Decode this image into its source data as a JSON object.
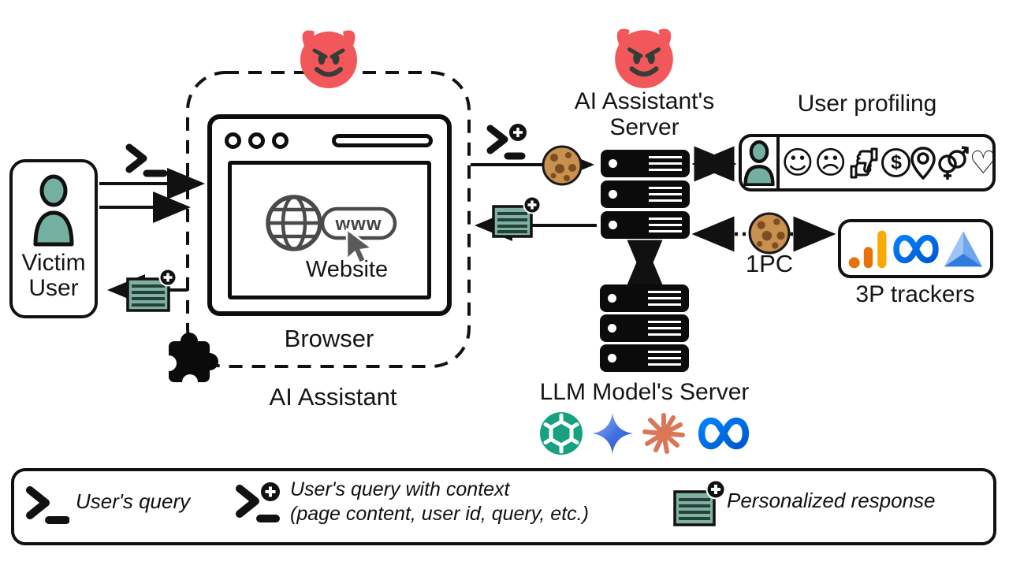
{
  "title": "Browser AI assistant tracking architecture diagram",
  "colors": {
    "accent_teal": "#74b0a0",
    "devil_red": "#f2575c",
    "cookie_brown": "#c9914f",
    "server_black": "#0b0b0b",
    "response_teal": "#7fb0a1",
    "ga_amber": "#f9ab00",
    "ga_orange": "#e8710a",
    "meta_blue": "#0b6ce5",
    "openai_green": "#17a181",
    "gemini_blue": "#3f6fe0",
    "claude_coral": "#d97757",
    "tracker_triangle_blue": "#2f7be0"
  },
  "nodes": {
    "victim_user": {
      "line1": "Victim",
      "line2": "User",
      "icon": "person-icon"
    },
    "browser": {
      "label": "Browser",
      "website_label": "Website",
      "url_text": "www",
      "icons": [
        "window-dots-icon",
        "address-pill",
        "globe-icon",
        "cursor-icon"
      ]
    },
    "ai_assistant": {
      "label": "AI Assistant",
      "icon": "puzzle-piece-icon"
    },
    "ai_server": {
      "line1": "AI Assistant's",
      "line2": "Server",
      "badge": "devil-emoji",
      "units": 3
    },
    "llm_server": {
      "title": "LLM Model's Server",
      "units": 3,
      "logos": [
        "openai",
        "gemini",
        "anthropic-claude",
        "meta"
      ]
    },
    "user_profiling": {
      "title": "User profiling",
      "avatar": "person-icon",
      "dollar_glyph": "$",
      "icons": [
        "smiley-face",
        "sad-face",
        "thumbs-up-down",
        "dollar-sign",
        "location-pin",
        "gender-symbols",
        "heart"
      ]
    },
    "first_party_cookie": {
      "label": "1PC",
      "icon": "cookie-icon"
    },
    "third_party_trackers": {
      "label": "3P trackers",
      "logos": [
        "google-analytics",
        "meta",
        "analytics-triangle"
      ]
    }
  },
  "legend": {
    "items": [
      {
        "icon": "terminal-prompt",
        "label": "User's query"
      },
      {
        "icon": "terminal-prompt-plus",
        "line1": "User's query with context",
        "line2": "(page content, user id, query, etc.)"
      },
      {
        "icon": "response-card-plus",
        "label": "Personalized response"
      }
    ]
  }
}
